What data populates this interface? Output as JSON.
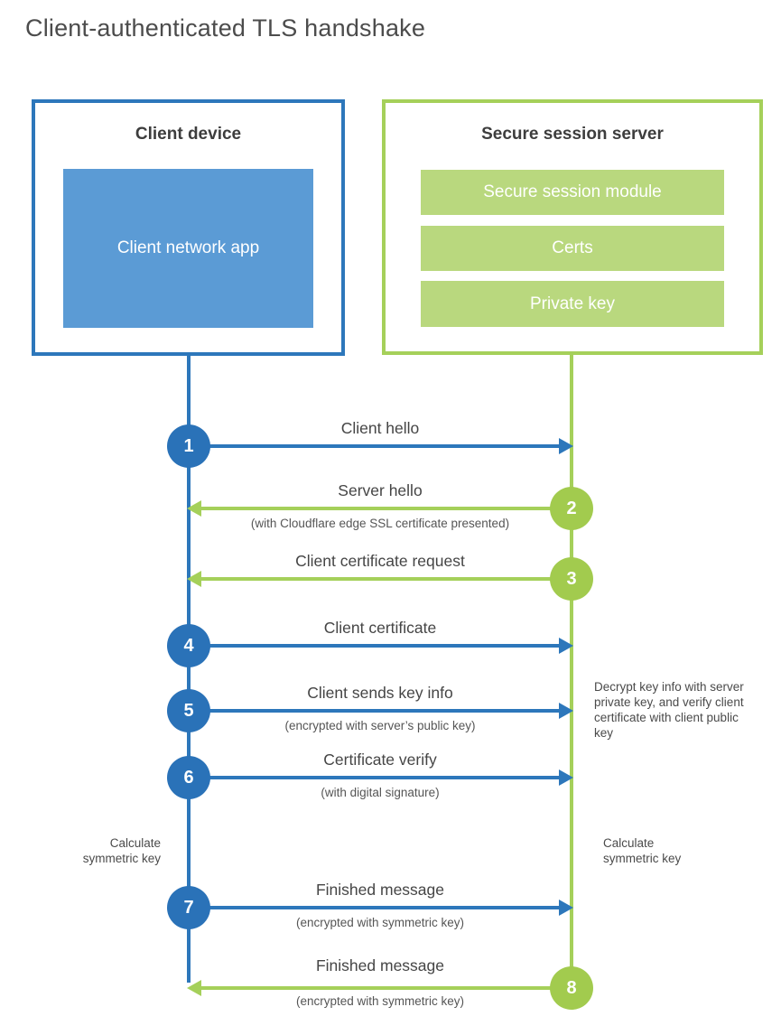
{
  "title": "Client-authenticated TLS handshake",
  "client": {
    "title": "Client device",
    "app_label": "Client network app"
  },
  "server": {
    "title": "Secure session server",
    "modules": [
      "Secure session module",
      "Certs",
      "Private key"
    ]
  },
  "steps": [
    {
      "num": "1",
      "actor": "client",
      "direction": "right",
      "label": "Client hello",
      "note": ""
    },
    {
      "num": "2",
      "actor": "server",
      "direction": "left",
      "label": "Server hello",
      "note": "(with Cloudflare edge SSL certificate presented)"
    },
    {
      "num": "3",
      "actor": "server",
      "direction": "left",
      "label": "Client certificate request",
      "note": ""
    },
    {
      "num": "4",
      "actor": "client",
      "direction": "right",
      "label": "Client certificate",
      "note": ""
    },
    {
      "num": "5",
      "actor": "client",
      "direction": "right",
      "label": "Client sends key info",
      "note": "(encrypted with server’s public key)"
    },
    {
      "num": "6",
      "actor": "client",
      "direction": "right",
      "label": "Certificate verify",
      "note": "(with digital signature)"
    },
    {
      "num": "7",
      "actor": "client",
      "direction": "right",
      "label": "Finished message",
      "note": "(encrypted with symmetric key)"
    },
    {
      "num": "8",
      "actor": "server",
      "direction": "left",
      "label": "Finished message",
      "note": "(encrypted with symmetric key)"
    }
  ],
  "annotations": {
    "server_note": "Decrypt key info with server private key, and verify client certificate with client public key",
    "calc_left": "Calculate symmetric key",
    "calc_right": "Calculate symmetric key"
  },
  "colors": {
    "blue": "#2d77bb",
    "blue_circle": "#2a72b8",
    "blue_fill": "#5b9bd5",
    "green": "#a5d05a",
    "green_circle": "#a2cb4e",
    "green_fill": "#b9d87e",
    "text_dark": "#3d3d3d",
    "text_gray": "#4c4c4c"
  }
}
